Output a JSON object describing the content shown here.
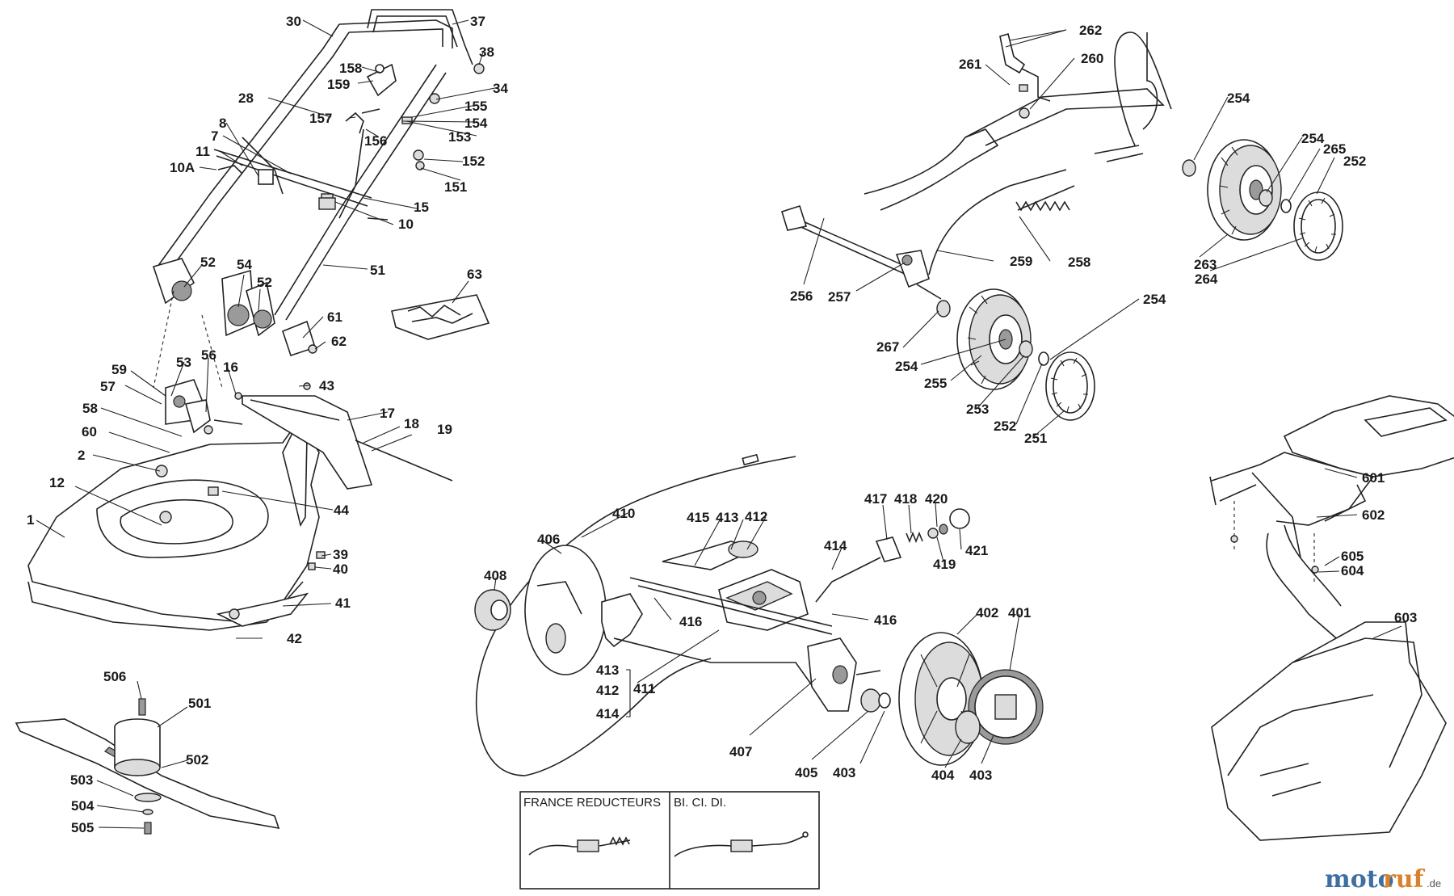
{
  "callouts": {
    "c30": "30",
    "c37": "37",
    "c38": "38",
    "c158": "158",
    "c159": "159",
    "c34": "34",
    "c28": "28",
    "c155": "155",
    "c157": "157",
    "c154": "154",
    "c8": "8",
    "c153": "153",
    "c7": "7",
    "c156": "156",
    "c11": "11",
    "c152": "152",
    "c10A": "10A",
    "c151": "151",
    "c15": "15",
    "c10": "10",
    "c52a": "52",
    "c54": "54",
    "c52b": "52",
    "c51": "51",
    "c63": "63",
    "c61": "61",
    "c62": "62",
    "c59": "59",
    "c53": "53",
    "c56": "56",
    "c16": "16",
    "c43": "43",
    "c57": "57",
    "c58": "58",
    "c17": "17",
    "c18": "18",
    "c19": "19",
    "c60": "60",
    "c2": "2",
    "c12": "12",
    "c44": "44",
    "c1": "1",
    "c39": "39",
    "c40": "40",
    "c41": "41",
    "c42": "42",
    "c506": "506",
    "c501": "501",
    "c502": "502",
    "c503": "503",
    "c504": "504",
    "c505": "505",
    "c262": "262",
    "c261": "261",
    "c260": "260",
    "c254a": "254",
    "c254b": "254",
    "c265": "265",
    "c252a": "252",
    "c263": "263",
    "c264": "264",
    "c259": "259",
    "c258": "258",
    "c256": "256",
    "c257": "257",
    "c254c": "254",
    "c267": "267",
    "c254d": "254",
    "c255": "255",
    "c253": "253",
    "c252b": "252",
    "c251": "251",
    "c410": "410",
    "c415": "415",
    "c413a": "413",
    "c412a": "412",
    "c417": "417",
    "c418": "418",
    "c420": "420",
    "c406": "406",
    "c414a": "414",
    "c421": "421",
    "c419": "419",
    "c408": "408",
    "c416a": "416",
    "c416b": "416",
    "c402": "402",
    "c401": "401",
    "c413b": "413",
    "c412b": "412",
    "c411": "411",
    "c414b": "414",
    "c407": "407",
    "c405": "405",
    "c403a": "403",
    "c404": "404",
    "c403b": "403",
    "c601": "601",
    "c602": "602",
    "c605": "605",
    "c604": "604",
    "c603": "603"
  },
  "inset": {
    "france_label": "FRANCE REDUCTEURS",
    "bi_label": "BI. CI. DI."
  },
  "watermark": {
    "part1": "moto",
    "part2": "ruf",
    "suffix": ".de"
  }
}
